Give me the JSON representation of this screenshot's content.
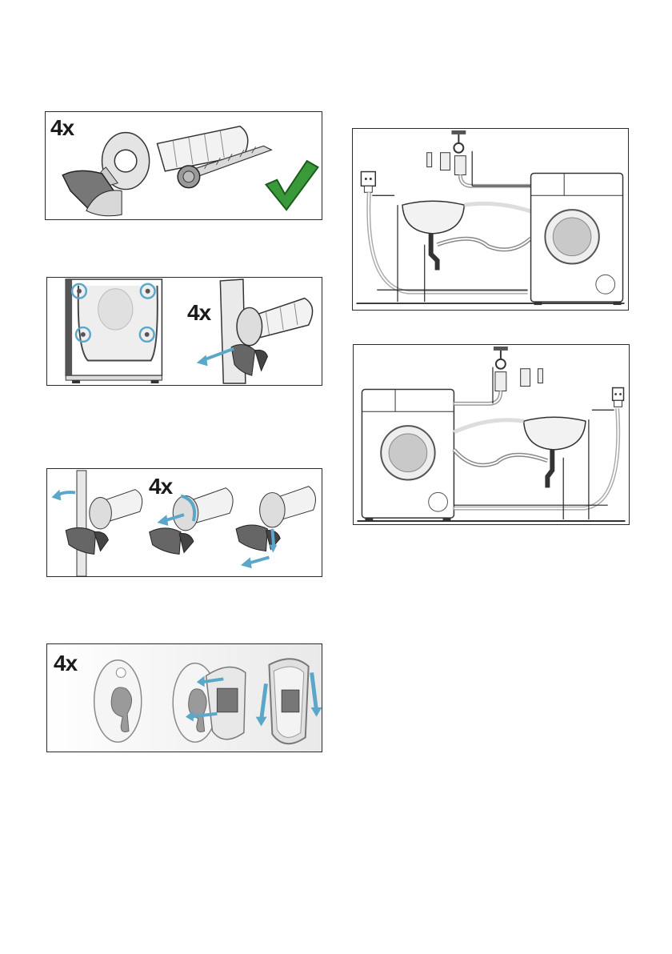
{
  "panel1": {
    "multiplier": "4x"
  },
  "panel2": {
    "multiplier": "4x"
  },
  "panel3": {
    "multiplier": "4x"
  },
  "panel4": {
    "multiplier": "4x"
  },
  "colors": {
    "accent_blue": "#5ba7c9",
    "check_green": "#3a9a3a",
    "frame": "#2a2a2a",
    "grey_light": "#e6e6e6",
    "grey_mid": "#9a9a9a"
  },
  "icons": [
    "transport-bolt-icon",
    "screw-icon",
    "checkmark-icon",
    "washing-machine-icon",
    "sink-icon",
    "water-tap-icon",
    "power-socket-icon",
    "cover-cap-icon"
  ]
}
